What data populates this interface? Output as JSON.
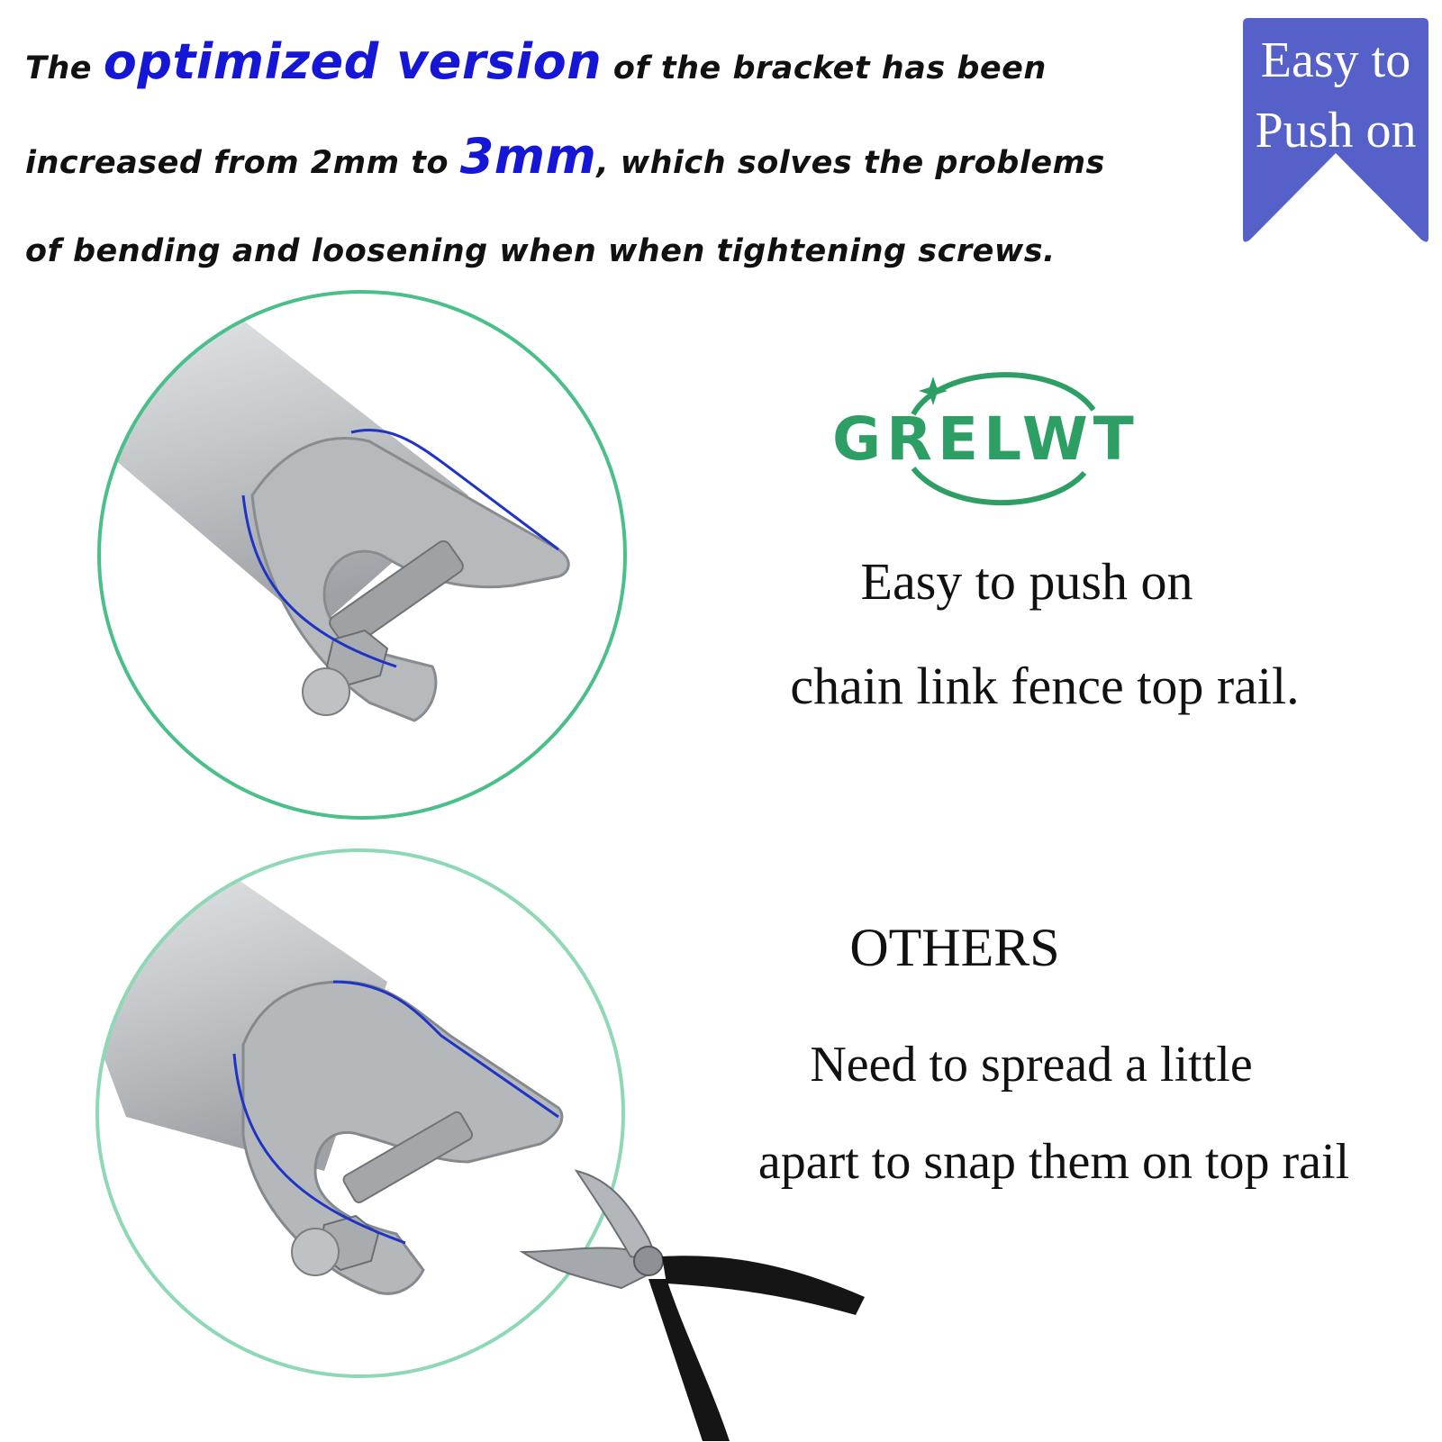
{
  "headline": {
    "line1_pre": "The ",
    "line1_accent": "optimized version",
    "line1_post": " of the bracket has been",
    "line2_pre": "increased from 2mm to ",
    "line2_accent": "3mm",
    "line2_post": ", which solves the problems",
    "line3": "of bending and loosening when when tightening screws."
  },
  "ribbon": {
    "line1": "Easy to",
    "line2": "Push on",
    "color": "#5560c8"
  },
  "brand": {
    "logo_text": "GRELWT",
    "color": "#2e9f64"
  },
  "optimized": {
    "caption_line1": "Easy to push on",
    "caption_line2": "chain link fence top rail."
  },
  "others": {
    "title": "OTHERS",
    "caption_line1": "Need to spread a  little",
    "caption_line2": "apart to snap them on top rail"
  },
  "colors": {
    "ring_top": "#4bbf8a",
    "ring_bottom": "#8fd8b6",
    "highlight_line": "#1f33c4",
    "metal": "#c9cccf"
  },
  "icons": [
    "bracket-photo",
    "bracket-photo",
    "pliers-icon",
    "star-icon"
  ]
}
